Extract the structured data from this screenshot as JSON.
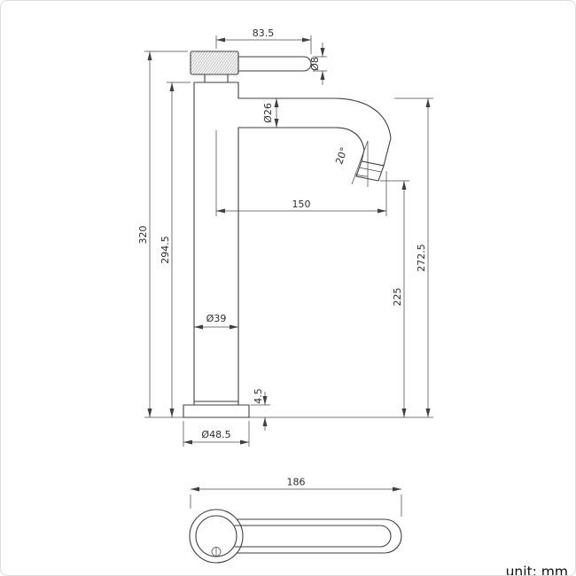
{
  "page": {
    "unit_label": "unit: mm"
  },
  "front_view": {
    "dims": {
      "handle_length": "83.5",
      "handle_rod_diameter": "Ø8",
      "spout_tube_diameter": "Ø26",
      "spout_angle": "20°",
      "spout_reach": "150",
      "total_height": "320",
      "body_height": "294.5",
      "spout_top_height": "272.5",
      "outlet_height": "225",
      "body_diameter": "Ø39",
      "base_plate_thickness": "4.5",
      "base_diameter": "Ø48.5"
    }
  },
  "top_view": {
    "dims": {
      "overall_length": "186"
    }
  }
}
